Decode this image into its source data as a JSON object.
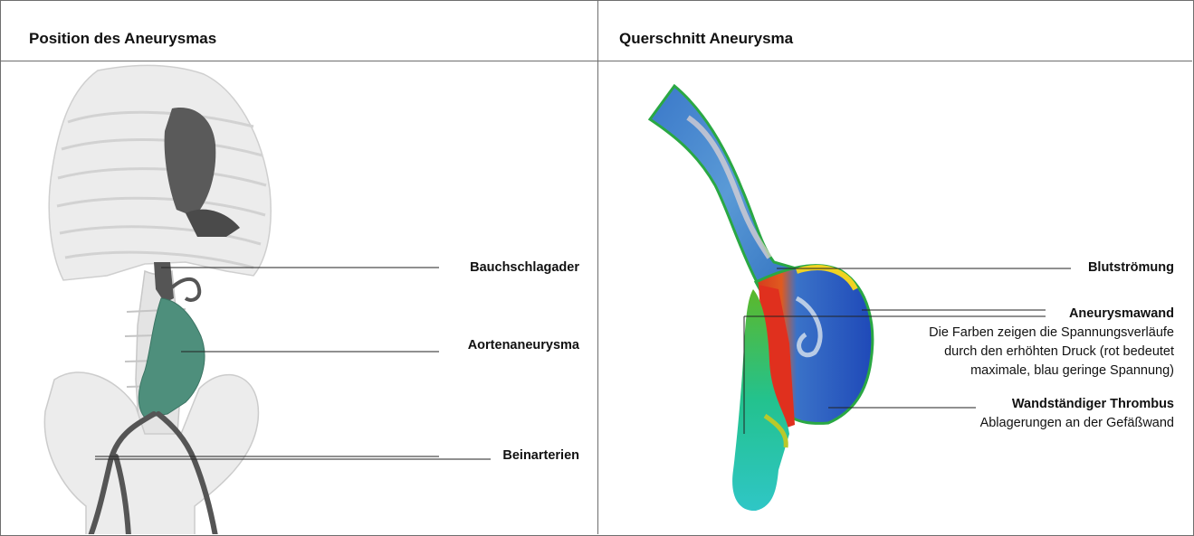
{
  "panels": {
    "left": {
      "title": "Position des Aneurysmas",
      "labels": {
        "artery": "Bauchschlagader",
        "aneurysm": "Aortenaneurysma",
        "legs": "Beinarterien"
      }
    },
    "right": {
      "title": "Querschnitt Aneurysma",
      "labels": {
        "flow": "Blutströmung",
        "wall_title": "Aneurysmawand",
        "wall_desc": [
          "Die Farben zeigen die Spannungsverläufe",
          "durch den erhöhten Druck (rot bedeutet",
          "maximale, blau geringe Spannung)"
        ],
        "thrombus_title": "Wandständiger Thrombus",
        "thrombus_desc": "Ablagerungen an der Gefäßwand"
      }
    }
  },
  "colors": {
    "bone": "#e9e9e9",
    "organ": "#555555",
    "aneurysm": "#4e8f7c",
    "stress_high": "#e0301e",
    "stress_low": "#1f49b8"
  }
}
